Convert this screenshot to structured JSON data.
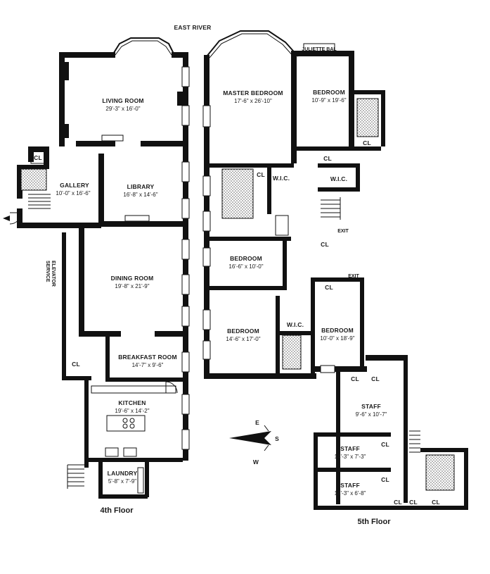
{
  "header": {
    "river": "EAST RIVER"
  },
  "floors": {
    "fourth": "4th Floor",
    "fifth": "5th Floor"
  },
  "rooms4": {
    "living": {
      "name": "LIVING ROOM",
      "dim": "29'-3\" x 16'-0\""
    },
    "library": {
      "name": "LIBRARY",
      "dim": "16'-8\" x 14'-6\""
    },
    "gallery": {
      "name": "GALLERY",
      "dim": "10'-0\" x 16'-6\""
    },
    "dining": {
      "name": "DINING ROOM",
      "dim": "19'-8\" x 21'-9\""
    },
    "breakfast": {
      "name": "BREAKFAST ROOM",
      "dim": "14'-7\" x 9'-6\""
    },
    "kitchen": {
      "name": "KITCHEN",
      "dim": "19'-6\" x 14'-2\""
    },
    "laundry": {
      "name": "LAUNDRY",
      "dim": "5'-8\" x 7'-9\""
    },
    "service_elevator": [
      "SERVICE",
      "ELEVATOR"
    ],
    "cl": "CL"
  },
  "rooms5": {
    "master": {
      "name": "MASTER BEDROOM",
      "dim": "17'-6\" x 26'-10\""
    },
    "bed1": {
      "name": "BEDROOM",
      "dim": "10'-9\" x 19'-6\""
    },
    "bed2": {
      "name": "BEDROOM",
      "dim": "16'-6\" x 10'-0\""
    },
    "bed3": {
      "name": "BEDROOM",
      "dim": "14'-6\" x 17'-0\""
    },
    "bed4": {
      "name": "BEDROOM",
      "dim": "10'-0\" x 18'-9\""
    },
    "staff1": {
      "name": "STAFF",
      "dim": "9'-6\" x 10'-7\""
    },
    "staff2": {
      "name": "STAFF",
      "dim": "14'-3\" x 7'-3\""
    },
    "staff3": {
      "name": "STAFF",
      "dim": "14'-3\" x 6'-8\""
    },
    "juliette": "JULIETTE BAL",
    "wic": "W.I.C.",
    "exit": "EXIT",
    "cl": "CL"
  },
  "compass": {
    "e": "E",
    "s": "S",
    "w": "W"
  }
}
